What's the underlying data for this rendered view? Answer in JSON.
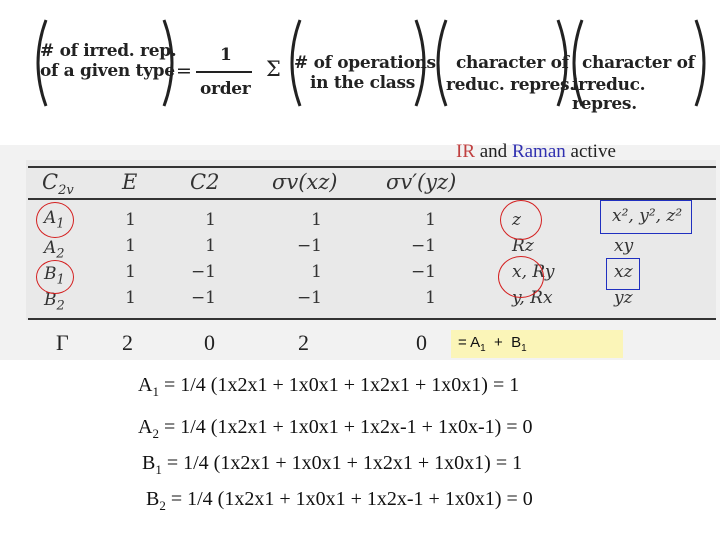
{
  "formula": {
    "lhs_line1": "# of irred. rep.",
    "lhs_line2": "of a given type",
    "equals": "=",
    "numerator": "1",
    "denominator": "order",
    "sigma": "Σ",
    "ops_line1": "# of operations",
    "ops_line2": "in the class",
    "red_line1": "character of",
    "red_line2": "reduc. repres.",
    "irr_line1": "character of",
    "irr_line2": "irreduc. repres."
  },
  "caption": {
    "ir": "IR",
    "and": " and ",
    "raman": "Raman",
    "active": " active"
  },
  "table": {
    "group": "C2v",
    "headers": [
      "E",
      "C2",
      "σv(xz)",
      "σv′(yz)"
    ],
    "rows": [
      {
        "label": "A1",
        "chars": [
          "1",
          "1",
          "1",
          "1"
        ],
        "linear": "z",
        "quadratic": "x², y², z²"
      },
      {
        "label": "A2",
        "chars": [
          "1",
          "1",
          "−1",
          "−1"
        ],
        "linear": "Rz",
        "quadratic": "xy"
      },
      {
        "label": "B1",
        "chars": [
          "1",
          "−1",
          "1",
          "−1"
        ],
        "linear": "x, Ry",
        "quadratic": "xz"
      },
      {
        "label": "B2",
        "chars": [
          "1",
          "−1",
          "−1",
          "1"
        ],
        "linear": "y, Rx",
        "quadratic": "yz"
      }
    ]
  },
  "gamma": {
    "label": "Γ",
    "values": [
      "2",
      "0",
      "2",
      "0"
    ],
    "result": "= A1  +  B1"
  },
  "equations": [
    "A1 = 1/4 (1x2x1 + 1x0x1 + 1x2x1 + 1x0x1) = 1",
    "A2 = 1/4 (1x2x1 + 1x0x1 + 1x2x-1 + 1x0x-1) = 0",
    "B1 = 1/4 (1x2x1 + 1x0x1 + 1x2x1 + 1x0x1) = 1",
    "B2 = 1/4 (1x2x1 + 1x0x1 + 1x2x-1 + 1x0x1) = 0"
  ],
  "equation_parts": [
    {
      "sym": "A",
      "sub": "1",
      "rest": " = 1/4 (1x2x1 + 1x0x1 + 1x2x1 + 1x0x1) = 1"
    },
    {
      "sym": "A",
      "sub": "2",
      "rest": " = 1/4 (1x2x1 + 1x0x1 + 1x2x-1 + 1x0x-1) = 0"
    },
    {
      "sym": "B",
      "sub": "1",
      "rest": " = 1/4 (1x2x1 + 1x0x1 + 1x2x1 + 1x0x1) = 1"
    },
    {
      "sym": "B",
      "sub": "2",
      "rest": " = 1/4 (1x2x1 + 1x0x1 + 1x2x-1 + 1x0x1) = 0"
    }
  ],
  "colors": {
    "circle": "#d42020",
    "box": "#2030c0",
    "highlight": "#fbf5b8"
  }
}
